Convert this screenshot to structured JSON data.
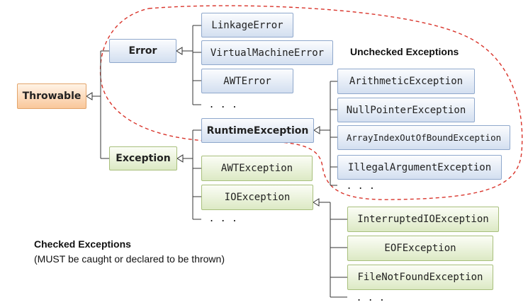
{
  "root": {
    "label": "Throwable"
  },
  "error": {
    "label": "Error",
    "children": [
      "LinkageError",
      "VirtualMachineError",
      "AWTError"
    ],
    "more": ". . ."
  },
  "exception": {
    "label": "Exception",
    "children": [
      "RuntimeException",
      "AWTException",
      "IOException"
    ],
    "more": ". . ."
  },
  "runtime_exception": {
    "label": "RuntimeException",
    "children": [
      "ArithmeticException",
      "NullPointerException",
      "ArrayIndexOutOfBoundException",
      "IllegalArgumentException"
    ],
    "more": ". . ."
  },
  "io_exception": {
    "label": "IOException",
    "children": [
      "InterruptedIOException",
      "EOFException",
      "FileNotFoundException"
    ],
    "more": ". . ."
  },
  "unchecked": {
    "title": "Unchecked Exceptions"
  },
  "checked": {
    "title": "Checked Exceptions",
    "note": "(MUST be caught or declared to be thrown)"
  },
  "colors": {
    "error_tree": "#d6e3f5",
    "exception_tree": "#e3eed0",
    "root": "#f9c79a",
    "dashed_region": "#d9342b"
  }
}
